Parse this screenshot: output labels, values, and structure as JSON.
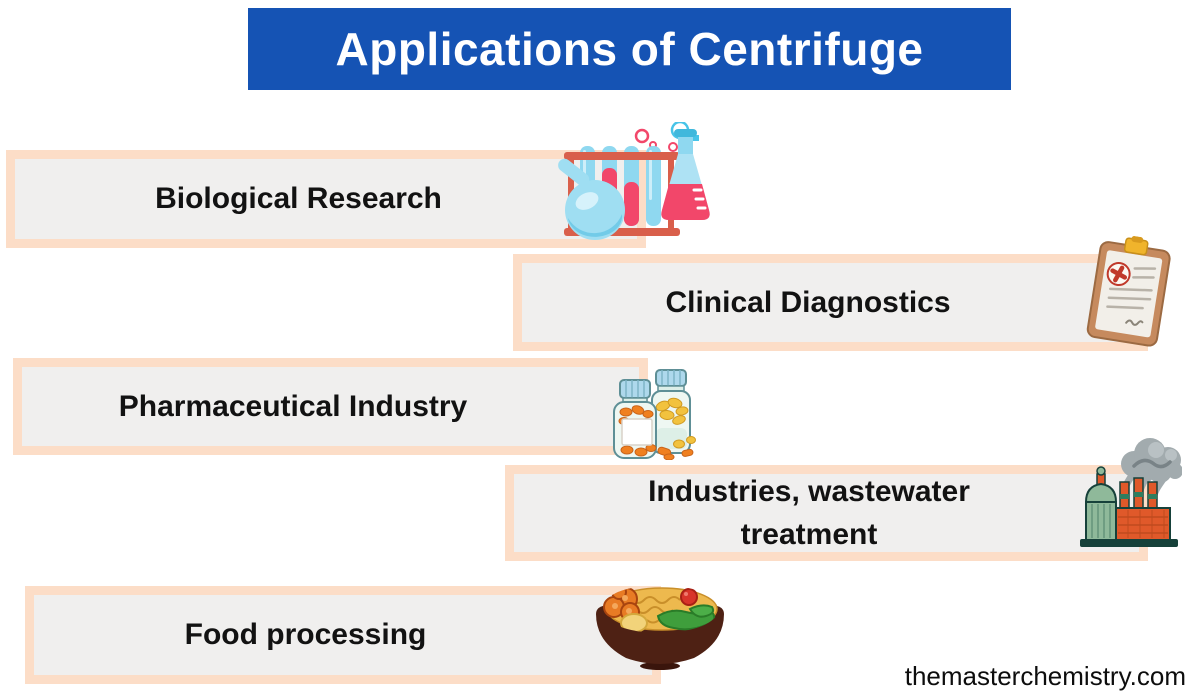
{
  "title": "Applications of Centrifuge",
  "items": [
    {
      "label": "Biological Research",
      "icon": "lab-glassware-icon"
    },
    {
      "label": "Clinical Diagnostics",
      "icon": "medical-clipboard-icon"
    },
    {
      "label": "Pharmaceutical Industry",
      "icon": "pill-bottles-icon"
    },
    {
      "label": "Industries, wastewater treatment",
      "icon": "factory-smoke-icon"
    },
    {
      "label": "Food processing",
      "icon": "food-bowl-icon"
    }
  ],
  "footer": {
    "site": "themasterchemistry.com"
  },
  "colors": {
    "title_bg": "#1553b4",
    "title_text": "#ffffff",
    "bar_border": "#fcddc7",
    "bar_fill": "#f0efee",
    "label_text": "#121212",
    "background": "#ffffff"
  }
}
